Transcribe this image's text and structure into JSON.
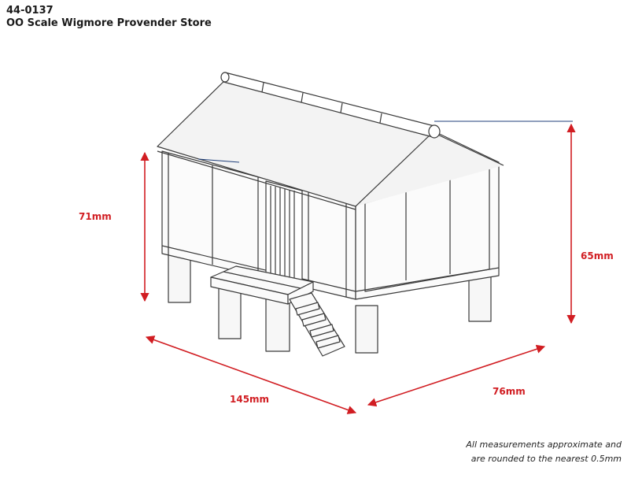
{
  "product": {
    "code": "44-0137",
    "name": "OO Scale Wigmore Provender Store"
  },
  "dimensions": {
    "height_left": "71mm",
    "height_right": "65mm",
    "length": "145mm",
    "depth": "76mm"
  },
  "footnote": {
    "line1": "All measurements approximate and",
    "line2": "are rounded to the nearest 0.5mm"
  },
  "colors": {
    "dimension_red": "#d11d22",
    "leader_blue": "#1f3f7a",
    "outline": "#3a3a3a"
  }
}
